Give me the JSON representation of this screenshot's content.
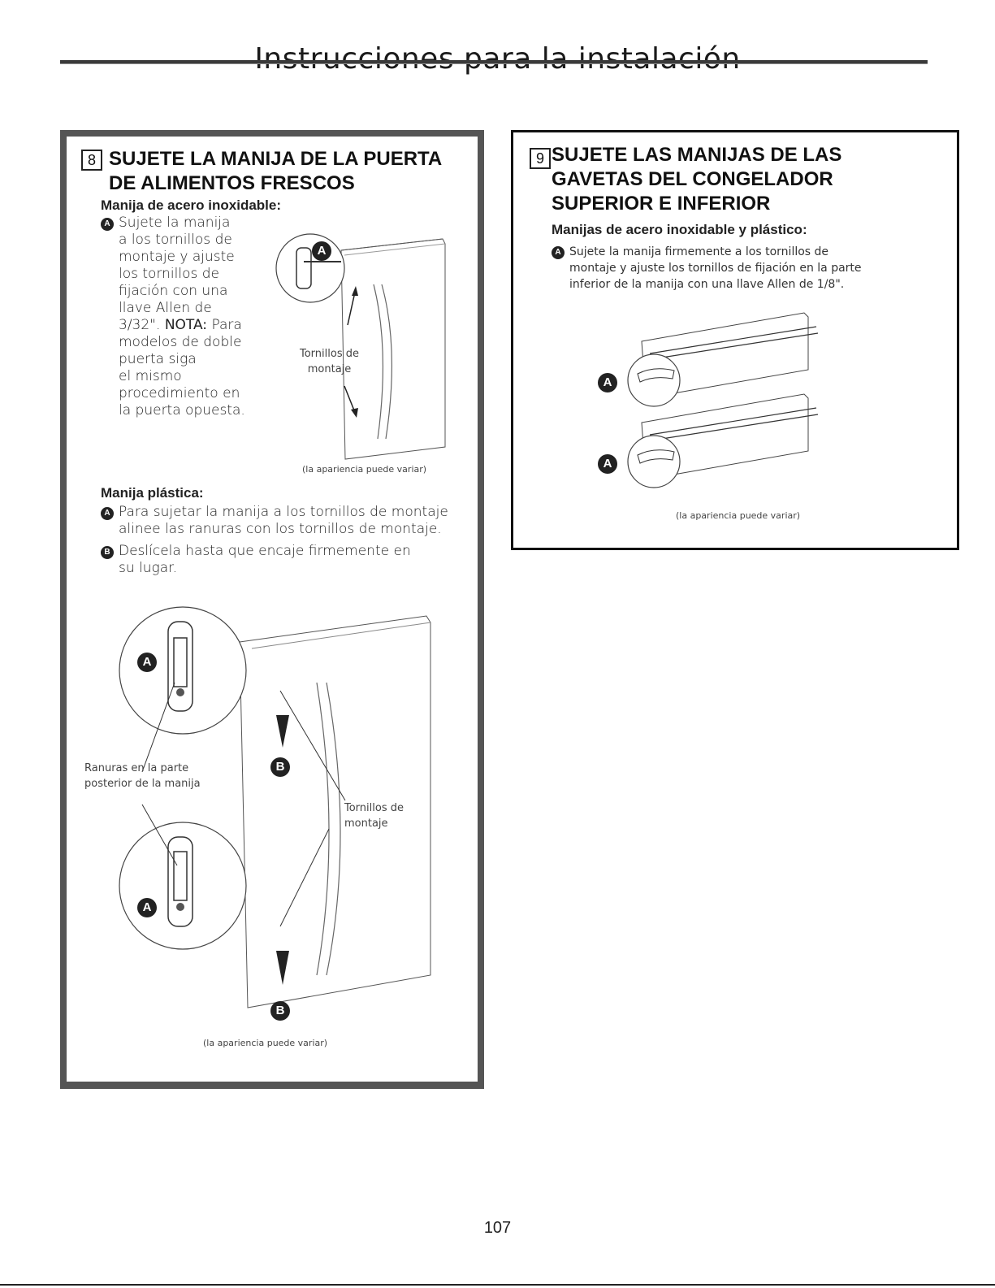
{
  "header": {
    "title": "Instrucciones para la instalación"
  },
  "step8": {
    "number": "8",
    "heading_line1": "SUJETE LA MANIJA DE LA PUERTA",
    "heading_line2": "DE ALIMENTOS FRESCOS",
    "steel": {
      "subheading": "Manija de acero inoxidable:",
      "marker": "A",
      "lines": [
        "Sujete la manija",
        "a los tornillos de",
        "montaje y ajuste",
        "los tornillos de",
        "fijación con una",
        "llave Allen de"
      ],
      "line7_prefix": "3/32\". ",
      "note_label": "NOTA:",
      "line7_suffix": " Para",
      "lines_after": [
        "modelos de doble",
        "puerta siga",
        "el mismo",
        "procedimiento en",
        "la puerta opuesta."
      ],
      "figure_label_line1": "Tornillos de",
      "figure_label_line2": "montaje",
      "figure_marker": "A",
      "caption": "(la apariencia puede variar)"
    },
    "plastic": {
      "subheading": "Manija plástica:",
      "item_a_marker": "A",
      "item_a_line1": "Para sujetar la manija a los tornillos de montaje",
      "item_a_line2": "alinee las ranuras con los tornillos de montaje.",
      "item_b_marker": "B",
      "item_b_line1": "Deslícela hasta que encaje firmemente en",
      "item_b_line2": "su lugar.",
      "slots_label_line1": "Ranuras en la parte",
      "slots_label_line2": "posterior de la manija",
      "screws_label_line1": "Tornillos de",
      "screws_label_line2": "montaje",
      "marker_a": "A",
      "marker_b": "B",
      "caption": "(la apariencia puede variar)"
    }
  },
  "step9": {
    "number": "9",
    "heading_lines": [
      "SUJETE LAS MANIJAS DE LAS",
      "GAVETAS DEL CONGELADOR",
      "SUPERIOR E INFERIOR"
    ],
    "subheading": "Manijas de acero inoxidable y plástico:",
    "marker": "A",
    "text_lines": [
      "Sujete la manija firmemente a los tornillos de",
      "montaje y ajuste los tornillos de fijación en la parte",
      "inferior de la manija con una llave Allen de 1/8\"."
    ],
    "figure_marker": "A",
    "caption": "(la apariencia puede variar)"
  },
  "footer": {
    "page_number": "107"
  }
}
